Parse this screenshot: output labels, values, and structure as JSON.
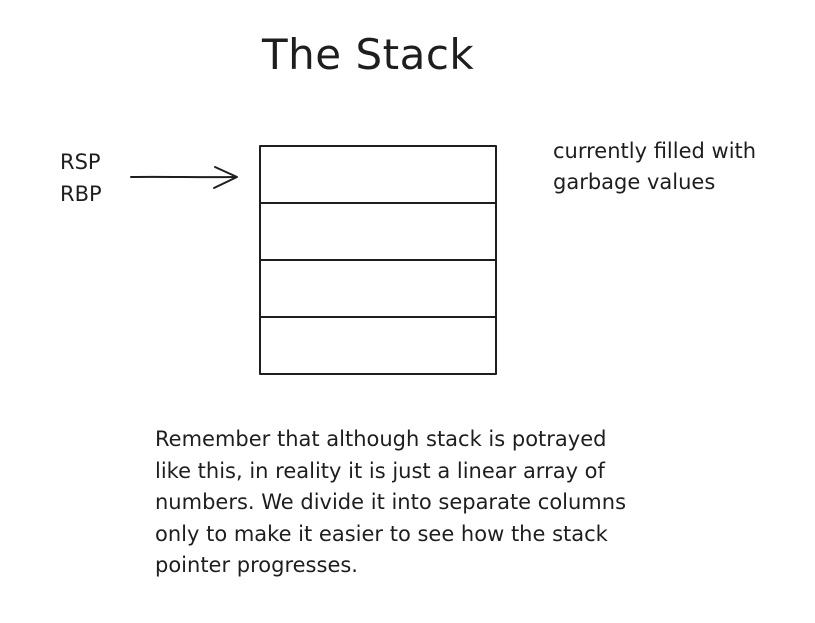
{
  "title": "The Stack",
  "registers": [
    "RSP",
    "RBP"
  ],
  "stack_cells": 4,
  "right_note": "currently filled with\ngarbage values",
  "bottom_note": "Remember that although stack is potrayed\nlike this, in reality it is just a linear array of\nnumbers. We divide it into separate columns\nonly to make it easier to see how the stack\npointer progresses.",
  "colors": {
    "ink": "#1e1e1e",
    "background": "#ffffff"
  }
}
